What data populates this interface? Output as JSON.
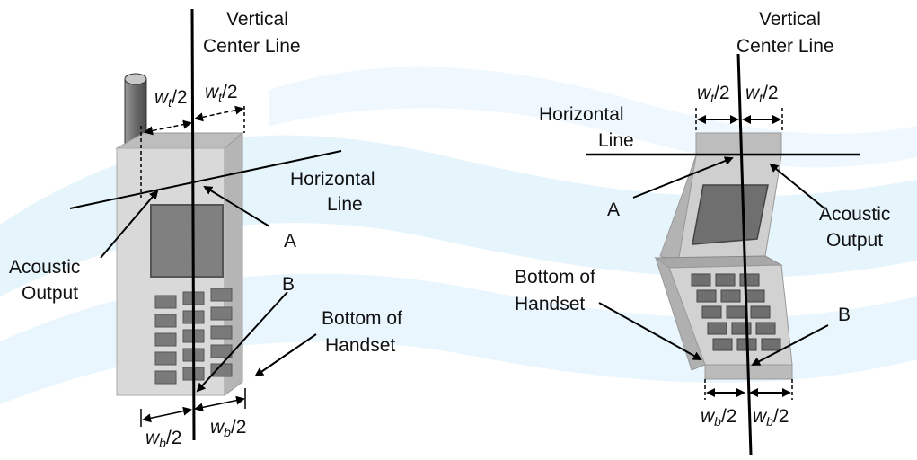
{
  "left": {
    "vertical_label_1": "Vertical",
    "vertical_label_2": "Center Line",
    "horizontal_label_1": "Horizontal",
    "horizontal_label_2": "Line",
    "point_a": "A",
    "point_b": "B",
    "acoustic_1": "Acoustic",
    "acoustic_2": "Output",
    "bottom_1": "Bottom of",
    "bottom_2": "Handset",
    "wt_left": {
      "var": "w",
      "sub": "t",
      "suffix": "/2"
    },
    "wt_right": {
      "var": "w",
      "sub": "t",
      "suffix": "/2"
    },
    "wb_left": {
      "var": "w",
      "sub": "b",
      "suffix": "/2"
    },
    "wb_right": {
      "var": "w",
      "sub": "b",
      "suffix": "/2"
    }
  },
  "right": {
    "vertical_label_1": "Vertical",
    "vertical_label_2": "Center Line",
    "horizontal_label_1": "Horizontal",
    "horizontal_label_2": "Line",
    "point_a": "A",
    "point_b": "B",
    "acoustic_1": "Acoustic",
    "acoustic_2": "Output",
    "bottom_1": "Bottom of",
    "bottom_2": "Handset",
    "wt_left": {
      "var": "w",
      "sub": "t",
      "suffix": "/2"
    },
    "wt_right": {
      "var": "w",
      "sub": "t",
      "suffix": "/2"
    },
    "wb_left": {
      "var": "w",
      "sub": "b",
      "suffix": "/2"
    },
    "wb_right": {
      "var": "w",
      "sub": "b",
      "suffix": "/2"
    }
  },
  "colors": {
    "background_wave": "#dff1fb",
    "phone_body": "#d4d4d4",
    "phone_side": "#b0b0b0",
    "screen": "#707070",
    "keys": "#7a7a7a",
    "antenna": "#6e6e6e"
  }
}
